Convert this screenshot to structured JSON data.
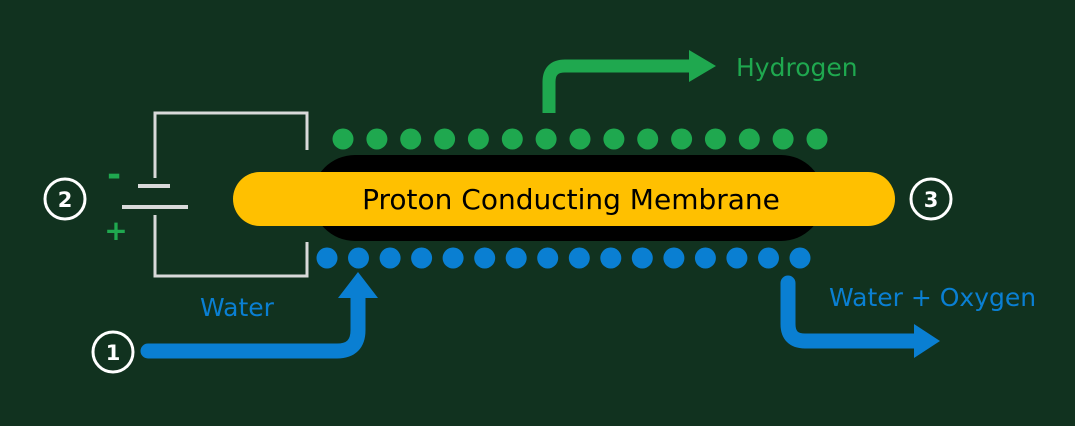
{
  "colors": {
    "background": "#11321f",
    "hydrogen": "#1fa84f",
    "water": "#0a7fd2",
    "membrane": "#ffc000",
    "membrane_shadow": "#000000",
    "circuit": "#d9d9d9",
    "badge_stroke": "#ffffff"
  },
  "labels": {
    "membrane": "Proton Conducting Membrane",
    "hydrogen": "Hydrogen",
    "water_in": "Water",
    "water_out": "Water + Oxygen",
    "minus": "-",
    "plus": "+"
  },
  "badges": [
    "1",
    "2",
    "3"
  ],
  "particles": {
    "top_count": 15,
    "bottom_count": 16
  },
  "icons": {
    "hydrogen_arrow": "arrow-right-icon",
    "water_in_arrow": "arrow-up-icon",
    "water_out_arrow": "arrow-right-icon",
    "battery": "battery-icon"
  }
}
